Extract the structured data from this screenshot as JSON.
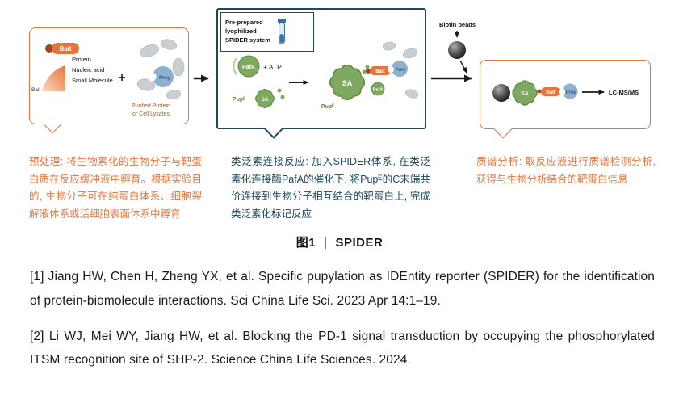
{
  "colors": {
    "orange": "#E8743B",
    "teal": "#1C4A5A",
    "green": "#7FA860",
    "green_dark": "#5E8A3C",
    "prey_blue": "#8FB0CE",
    "blob_gray": "#C9CED2",
    "bead_black": "#141414"
  },
  "diagram": {
    "left_panel": {
      "bait_pill": "Bait",
      "bait_fan_label": "Bait",
      "line1": "Protein",
      "line2": "Nucleic acid",
      "line3": "Small Molecule",
      "plus": "+",
      "prey": "Prey",
      "purified1": "Purified Protein",
      "purified2": "or Cell Lysates"
    },
    "middle_panel": {
      "kit1": "Pre-prepared",
      "kit2": "lyophilized",
      "kit3": "SPIDER system",
      "pafa": "PafA",
      "atp": "+ ATP",
      "pupe": "Pupᴱ",
      "sa_small": "SA",
      "sa_product": "SA",
      "pupe_product": "Pupᴱ",
      "pafa_product": "PafA",
      "bait": "Bait",
      "prey": "Prey"
    },
    "beads_label": "Biotin beads",
    "right_panel": {
      "sa": "SA",
      "bait": "Bait",
      "prey": "Prey",
      "lcms": "LC-MS/MS"
    }
  },
  "descriptions": {
    "pretreatment": "预处理: 将生物素化的生物分子与靶蛋白质在反应缓冲液中孵育。根据实验目的, 生物分子可在纯蛋白体系、细胞裂解液体系或活细胞表面体系中孵育",
    "ligation": "类泛素连接反应: 加入SPIDER体系, 在类泛素化连接酶PafA的催化下, 将Pupᴱ的C末端共价连接到生物分子相互结合的靶蛋白上, 完成类泛素化标记反应",
    "ms": "质谱分析: 取反应液进行质谱检测分析, 获得与生物分析结合的靶蛋白信息"
  },
  "figure_caption": {
    "number": "图1",
    "separator": "|",
    "title": "SPIDER"
  },
  "references": [
    "[1] Jiang HW, Chen H, Zheng YX, et al. Specific pupylation as IDEntity reporter (SPIDER) for the identification of protein-biomolecule interactions. Sci China Life Sci. 2023 Apr 14:1–19.",
    "[2] Li WJ, Mei WY, Jiang HW, et al. Blocking the PD-1 signal transduction by occupying the phosphorylated ITSM recognition site of SHP-2. Science China Life Sciences. 2024."
  ]
}
